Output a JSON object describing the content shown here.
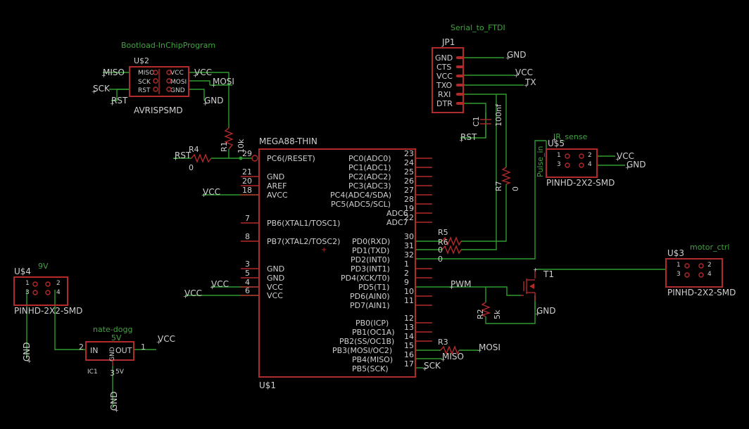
{
  "parts": {
    "u2": {
      "name": "U$2",
      "value": "AVRISPSMD",
      "net_label": "Bootload-InChipProgram",
      "pins": [
        "MISO",
        "SCK",
        "RST",
        "VCC",
        "MOSI",
        "GND"
      ]
    },
    "jp1": {
      "name": "JP1",
      "net_label": "Serial_to_FTDI",
      "pins": [
        "GND",
        "CTS",
        "VCC",
        "TXO",
        "RXI",
        "DTR"
      ]
    },
    "u1": {
      "name": "U$1",
      "value": "MEGA88-THIN",
      "left_pins": [
        {
          "num": "29",
          "name": "PC6(/RESET)"
        },
        {
          "num": "21",
          "name": "GND"
        },
        {
          "num": "20",
          "name": "AREF"
        },
        {
          "num": "18",
          "name": "AVCC"
        },
        {
          "num": "7",
          "name": "PB6(XTAL1/TOSC1)"
        },
        {
          "num": "8",
          "name": "PB7(XTAL2/TOSC2)"
        },
        {
          "num": "3",
          "name": "GND"
        },
        {
          "num": "5",
          "name": "GND"
        },
        {
          "num": "4",
          "name": "VCC"
        },
        {
          "num": "6",
          "name": "VCC"
        }
      ],
      "right_pins": [
        {
          "num": "23",
          "name": "PC0(ADC0)"
        },
        {
          "num": "24",
          "name": "PC1(ADC1)"
        },
        {
          "num": "25",
          "name": "PC2(ADC2)"
        },
        {
          "num": "26",
          "name": "PC3(ADC3)"
        },
        {
          "num": "27",
          "name": "PC4(ADC4/SDA)"
        },
        {
          "num": "28",
          "name": "PC5(ADC5/SCL)"
        },
        {
          "num": "19",
          "name": "ADC6"
        },
        {
          "num": "22",
          "name": "ADC7"
        },
        {
          "num": "30",
          "name": "PD0(RXD)"
        },
        {
          "num": "31",
          "name": "PD1(TXD)"
        },
        {
          "num": "32",
          "name": "PD2(INT0)"
        },
        {
          "num": "1",
          "name": "PD3(INT1)"
        },
        {
          "num": "2",
          "name": "PD4(XCK/T0)"
        },
        {
          "num": "9",
          "name": "PD5(T1)"
        },
        {
          "num": "10",
          "name": "PD6(AIN0)"
        },
        {
          "num": "11",
          "name": "PD7(AIN1)"
        },
        {
          "num": "12",
          "name": "PB0(ICP)"
        },
        {
          "num": "13",
          "name": "PB1(OC1A)"
        },
        {
          "num": "14",
          "name": "PB2(SS/OC1B)"
        },
        {
          "num": "15",
          "name": "PB3(MOSI/OC2)"
        },
        {
          "num": "16",
          "name": "PB4(MISO)"
        },
        {
          "num": "17",
          "name": "PB5(SCK)"
        }
      ]
    },
    "u5": {
      "name": "U$5",
      "value": "PINHD-2X2-SMD",
      "net_label": "IR_sense",
      "pins": [
        "1",
        "2",
        "3",
        "4"
      ]
    },
    "u3": {
      "name": "U$3",
      "value": "PINHD-2X2-SMD",
      "net_label": "motor_ctrl",
      "pins": [
        "1",
        "2",
        "3",
        "4"
      ]
    },
    "u4": {
      "name": "U$4",
      "value": "PINHD-2X2-SMD",
      "net_label": "9V",
      "pins": [
        "1",
        "2",
        "3",
        "4"
      ]
    },
    "ic1": {
      "name": "IC1",
      "value": "5V",
      "net_label": "nate-dogg",
      "net_label2": "5V",
      "pins": {
        "in": "IN",
        "gnd": "GND",
        "out": "OUT",
        "n1": "1",
        "n2": "2",
        "n3": "3"
      }
    },
    "r1": {
      "name": "R1",
      "value": "10k"
    },
    "r2": {
      "name": "R2",
      "value": "5k"
    },
    "r3": {
      "name": "R3"
    },
    "r4": {
      "name": "R4",
      "value": "0"
    },
    "r5": {
      "name": "R5"
    },
    "r6": {
      "name": "R6",
      "value": "0"
    },
    "r7": {
      "name": "R7",
      "value": "0"
    },
    "c1": {
      "name": "C1",
      "value": "100nf"
    },
    "t1": {
      "name": "T1"
    }
  },
  "nets": {
    "miso": "MISO",
    "sck": "SCK",
    "rst": "RST",
    "vcc": "VCC",
    "mosi": "MOSI",
    "gnd": "GND",
    "tx": "TX",
    "pwm": "PWM",
    "pulse_in": "Pulse_in",
    "r6_val": "0",
    "pd2_val": "0"
  }
}
